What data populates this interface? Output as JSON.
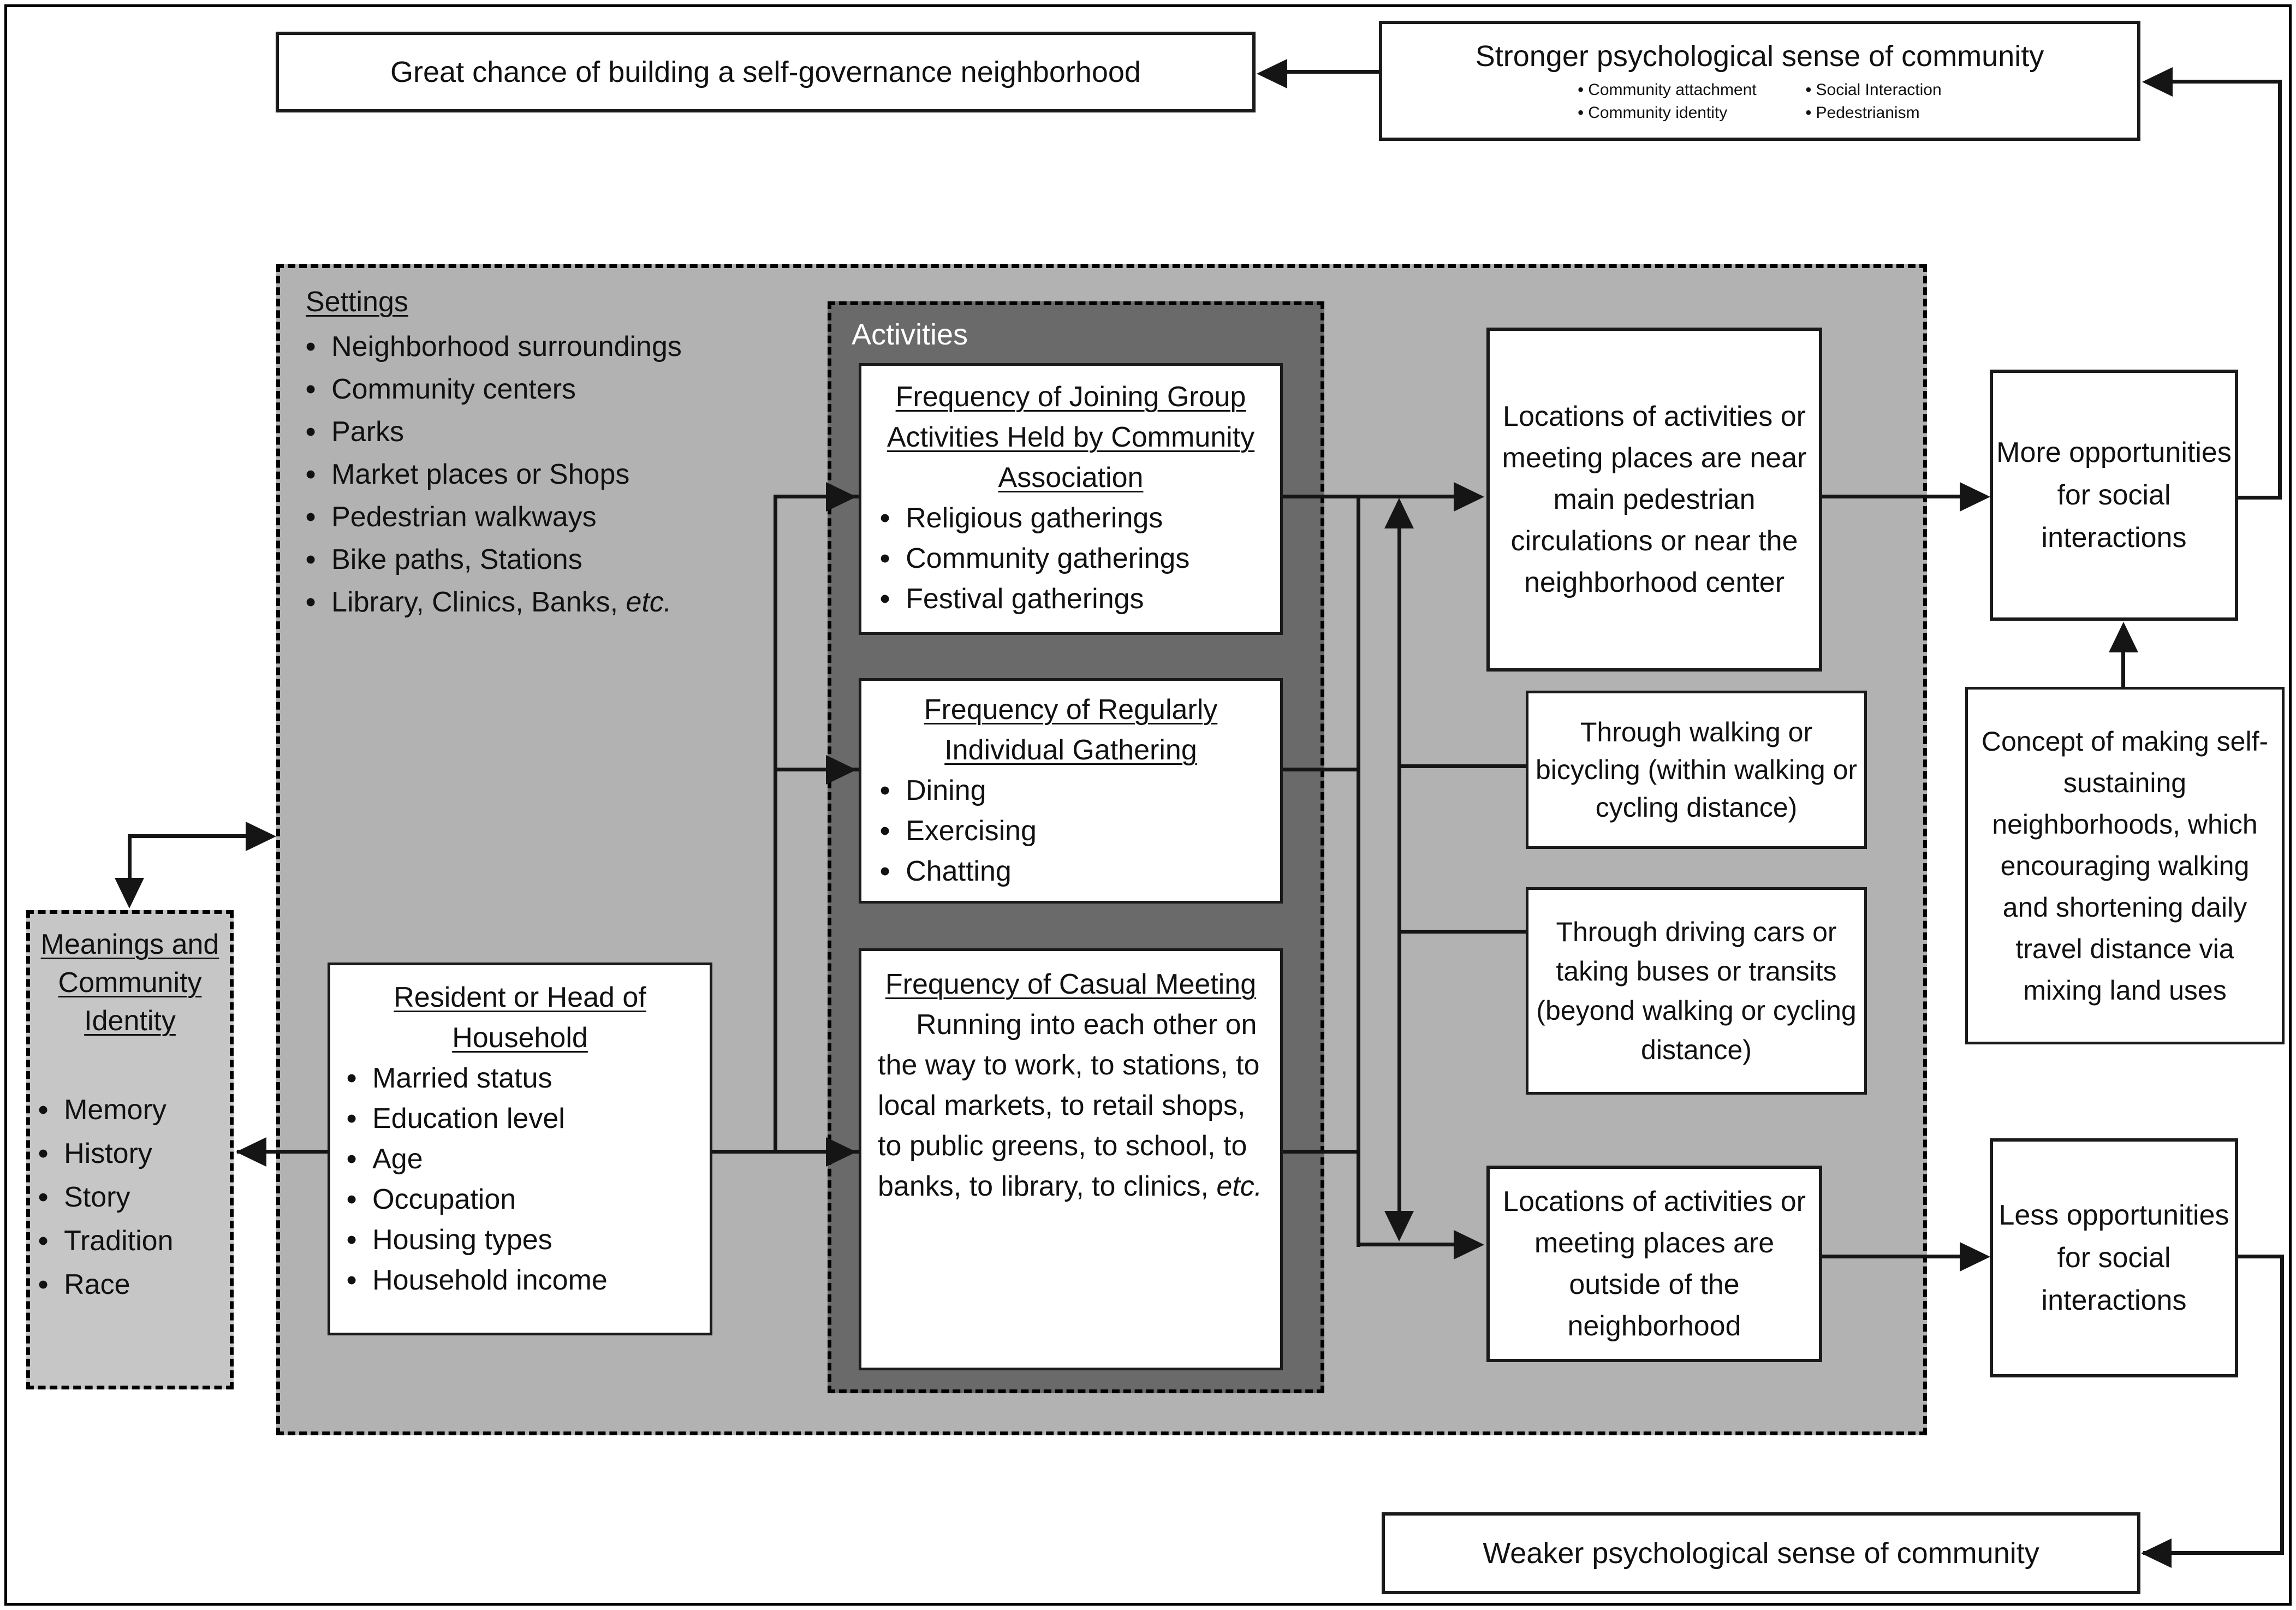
{
  "palette": {
    "settings_bg": "#b2b2b2",
    "activities_bg": "#6a6a6a",
    "meanings_bg": "#c6c6c6",
    "line_color": "#151515",
    "node_bg": "#ffffff"
  },
  "etc_label": "etc.",
  "top": {
    "great_chance": "Great chance of building a self-governance neighborhood",
    "stronger_title": "Stronger psychological sense of community",
    "stronger_bullets_left": [
      "Community attachment",
      "Community identity"
    ],
    "stronger_bullets_right": [
      "Social Interaction",
      "Pedestrianism"
    ]
  },
  "settings": {
    "title": "Settings",
    "items": [
      "Neighborhood surroundings",
      "Community centers",
      "Parks",
      "Market places or Shops",
      "Pedestrian walkways",
      "Bike paths, Stations",
      "Library, Clinics, Banks,"
    ]
  },
  "activities": {
    "label": "Activities",
    "group": {
      "title": "Frequency of Joining Group Activities Held by Community Association",
      "items": [
        "Religious gatherings",
        "Community gatherings",
        "Festival gatherings"
      ]
    },
    "individual": {
      "title": "Frequency of Regularly Individual Gathering",
      "items": [
        "Dining",
        "Exercising",
        "Chatting"
      ]
    },
    "casual": {
      "title": "Frequency of Casual Meeting",
      "body": "Running into each other on the way to work, to stations, to local markets, to retail shops, to public greens, to school, to banks, to library, to clinics,"
    }
  },
  "resident": {
    "title": "Resident or Head of Household",
    "items": [
      "Married status",
      "Education level",
      "Age",
      "Occupation",
      "Housing types",
      "Household income"
    ]
  },
  "meanings": {
    "title": "Meanings and Community Identity",
    "items": [
      "Memory",
      "History",
      "Story",
      "Tradition",
      "Race"
    ]
  },
  "right_column": {
    "loc_near": "Locations of activities or meeting places are near main pedestrian circulations or near the neighborhood center",
    "through_walk": "Through walking or bicycling (within walking or cycling distance)",
    "through_drive": "Through driving cars or taking buses or transits (beyond walking or cycling distance)",
    "loc_outside": "Locations of activities or meeting places are outside of the neighborhood"
  },
  "far_right": {
    "more_opps": "More opportunities for social interactions",
    "concept": "Concept of making self-sustaining neighborhoods, which encouraging walking and shortening daily travel distance via mixing land uses",
    "less_opps": "Less opportunities for social interactions"
  },
  "bottom": {
    "weaker": "Weaker psychological sense of community"
  }
}
